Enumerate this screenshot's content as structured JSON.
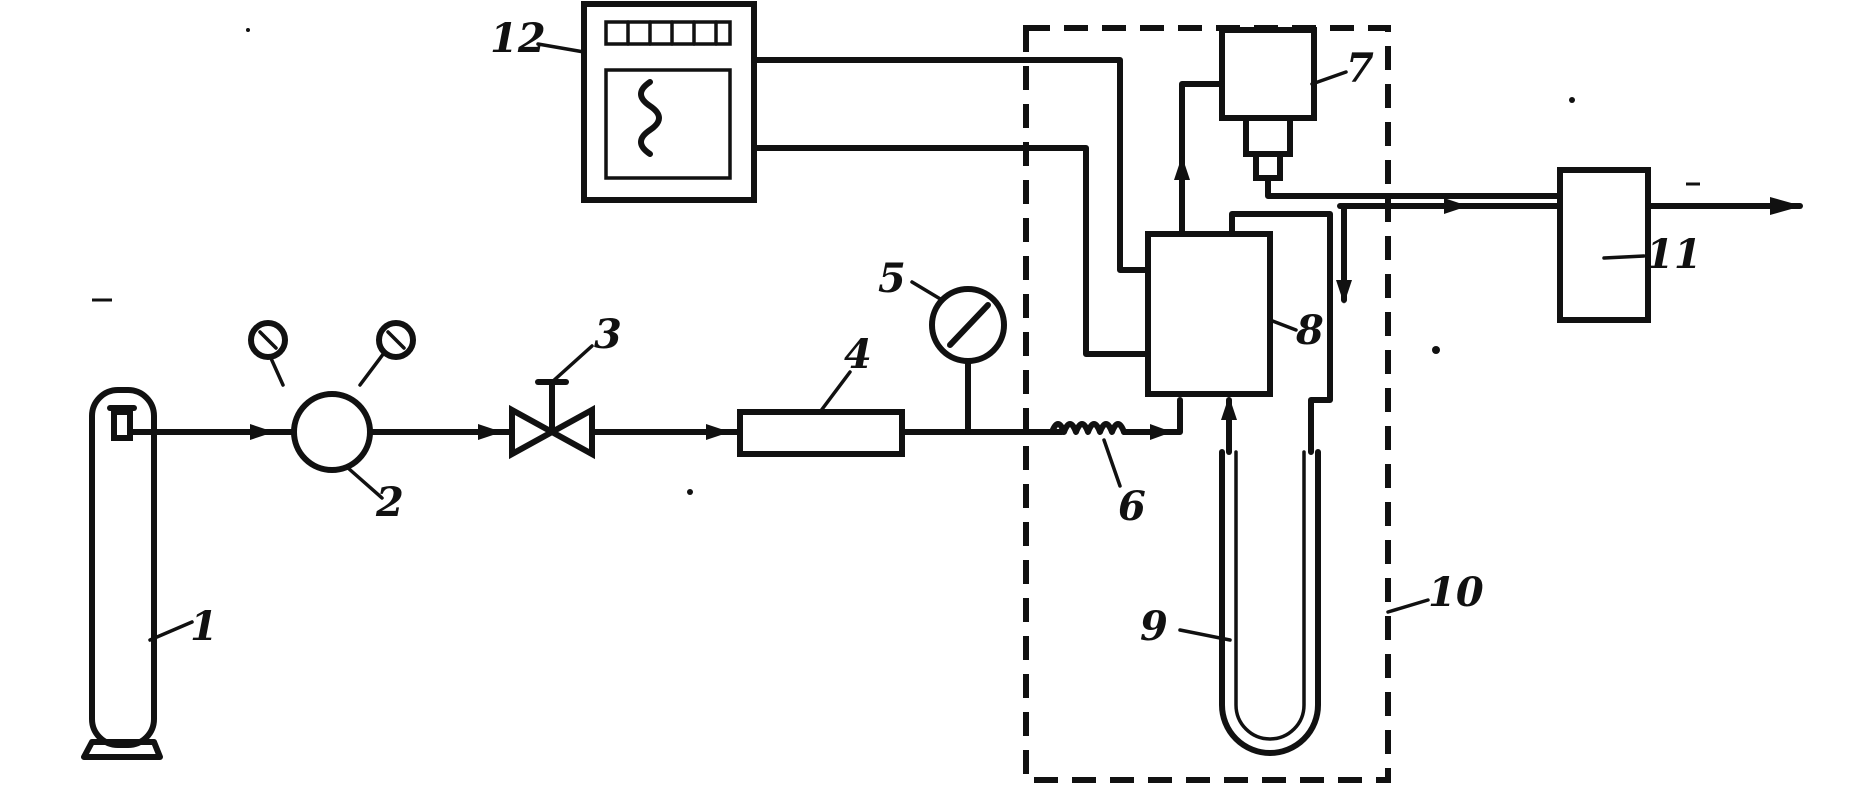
{
  "diagram": {
    "labels": {
      "cylinder": "1",
      "reducer": "2",
      "valve": "3",
      "filter": "4",
      "gauge": "5",
      "coil": "6",
      "detector": "7",
      "column_head": "8",
      "u_column": "9",
      "thermostat": "10",
      "outlet_unit": "11",
      "recorder": "12"
    }
  }
}
